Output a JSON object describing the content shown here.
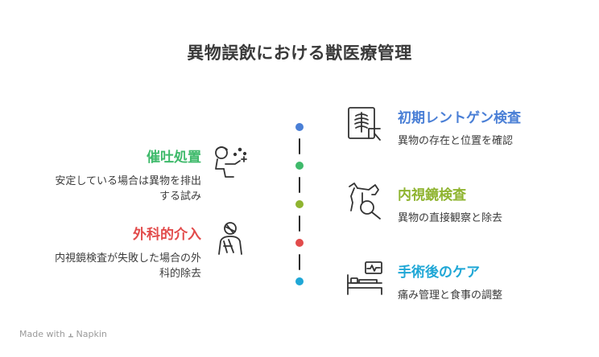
{
  "title": "異物誤飲における獣医療管理",
  "steps": {
    "xray": {
      "heading": "初期レントゲン検査",
      "description": "異物の存在と位置を確認",
      "color": "#4a7fd6",
      "icon": "xray-icon"
    },
    "emesis": {
      "heading": "催吐処置",
      "description_line1": "安定している場合は異物を排出",
      "description_line2": "する試み",
      "color": "#3fba6b",
      "icon": "vomiting-person-icon"
    },
    "endoscopy": {
      "heading": "内視鏡検査",
      "description": "異物の直接観察と除去",
      "color": "#8fb430",
      "icon": "dog-magnifier-icon"
    },
    "surgery": {
      "heading": "外科的介入",
      "description_line1": "内視鏡検査が失敗した場合の外",
      "description_line2": "科的除去",
      "color": "#e24b4b",
      "icon": "bandaged-person-icon"
    },
    "aftercare": {
      "heading": "手術後のケア",
      "description": "痛み管理と食事の調整",
      "color": "#1fa7d6",
      "icon": "hospital-bed-monitor-icon"
    }
  },
  "timeline_colors": [
    "#4a7fd6",
    "#3fba6b",
    "#8fb430",
    "#e24b4b",
    "#1fa7d6"
  ],
  "footer": {
    "made_with": "Made with",
    "brand": "Napkin"
  }
}
